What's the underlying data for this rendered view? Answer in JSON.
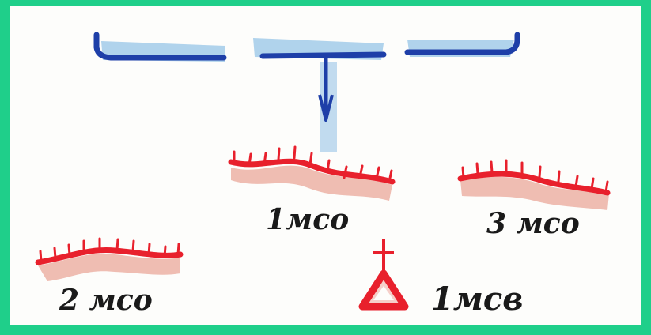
{
  "labels": {
    "mso1": "1мсо",
    "mso2": "2 мсо",
    "mso3": "3 мсо",
    "msv1": "1мсв"
  },
  "colors": {
    "frame": "#1fcf8a",
    "blue": "#1e3fa8",
    "blue_shade": "#8fc0e6",
    "red": "#e8202c",
    "red_shade": "#e9a79a"
  },
  "icons": {
    "arrow": "arrow-down-icon",
    "observation_post": "triangle-flag-icon"
  }
}
